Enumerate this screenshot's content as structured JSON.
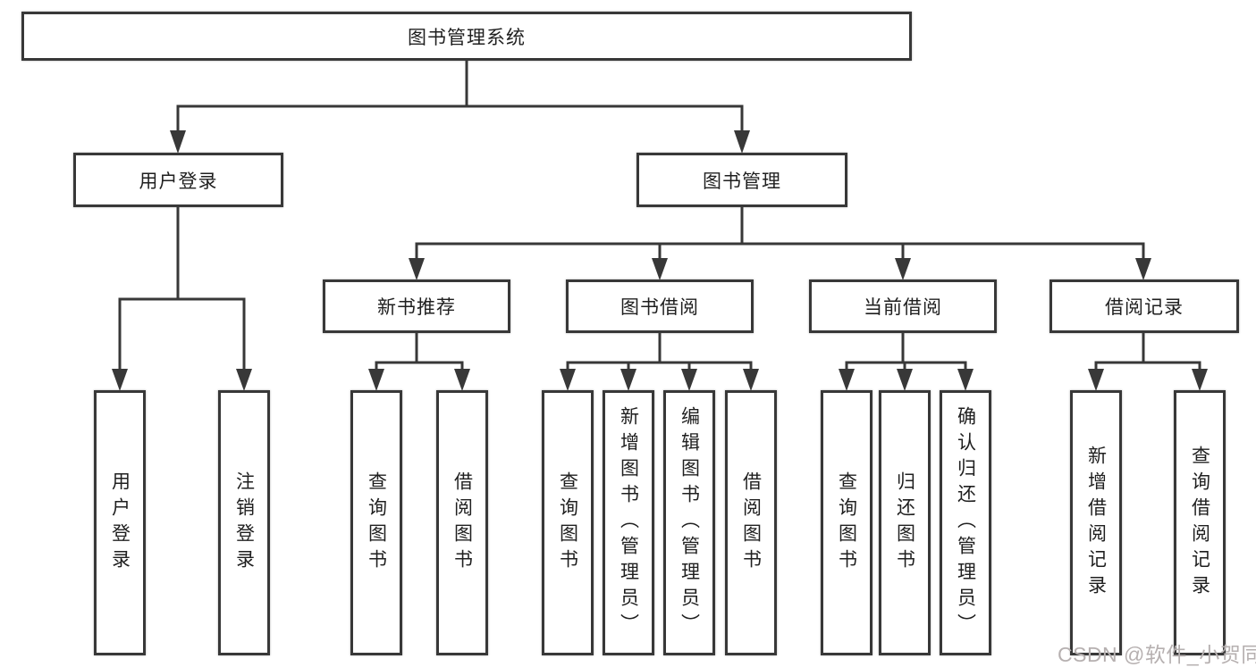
{
  "diagram": {
    "title": "图书管理系统",
    "level2": [
      {
        "label": "用户登录"
      },
      {
        "label": "图书管理"
      }
    ],
    "level3": [
      {
        "label": "新书推荐"
      },
      {
        "label": "图书借阅"
      },
      {
        "label": "当前借阅"
      },
      {
        "label": "借阅记录"
      }
    ],
    "leaves": {
      "login": [
        "用户登录",
        "注销登录"
      ],
      "recommend": [
        "查询图书",
        "借阅图书"
      ],
      "borrow": [
        "查询图书",
        "新增图书（管理员）",
        "编辑图书（管理员）",
        "借阅图书"
      ],
      "current": [
        "查询图书",
        "归还图书",
        "确认归还（管理员）"
      ],
      "records": [
        "新增借阅记录",
        "查询借阅记录"
      ]
    },
    "watermark": "CSDN @软件_小贺同学",
    "colors": {
      "line": "#383838",
      "box_border": "#383838",
      "text": "#1f1f1f",
      "watermark": "#b6b0b0",
      "background": "#ffffff"
    }
  }
}
